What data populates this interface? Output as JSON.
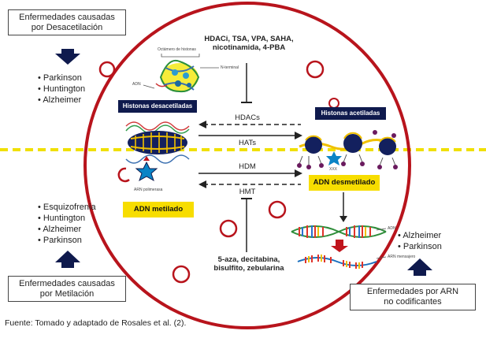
{
  "top_left_box": {
    "line1": "Enfermedades causadas",
    "line2": "por Desacetilación"
  },
  "top_left_list": [
    "Parkinson",
    "Huntington",
    "Alzheimer"
  ],
  "bottom_left_list": [
    "Esquizofrenia",
    "Huntington",
    "Alzheimer",
    "Parkinson"
  ],
  "bottom_left_box": {
    "line1": "Enfermedades causadas",
    "line2": "por Metilación"
  },
  "right_list": [
    "Alzheimer",
    "Parkinson"
  ],
  "bottom_right_box": {
    "line1": "Enfermedades por ARN",
    "line2": "no codificantes"
  },
  "inhibitors_top": {
    "line1": "HDACi, TSA, VPA, SAHA,",
    "line2": "nicotinamida, 4-PBA"
  },
  "inhibitors_bottom": {
    "line1": "5-aza, decitabina,",
    "line2": "bisulfito, zebularina"
  },
  "arrows": {
    "hdacs": "HDACs",
    "hats": "HATs",
    "hdm": "HDM",
    "hmt": "HMT"
  },
  "labels": {
    "histonas_desacetiladas": "Histonas desacetiladas",
    "histonas_acetiladas": "Histonas acetiladas",
    "adn_metilado": "ADN metilado",
    "adn_desmetilado": "ADN desmetilado"
  },
  "small_labels": {
    "octamero": "Octámero de histonas",
    "n_terminal": "N-terminal",
    "adn_top": "ADN",
    "arn_polimerasa": "ARN polimerasa",
    "xxx": "XXX",
    "adn_right": "ADN",
    "arn_mensajero": "ARN mensajero"
  },
  "source": "Fuente: Tomado y adaptado de Rosales et al. (2).",
  "colors": {
    "circle": "#b8141c",
    "navy": "#0f1a4d",
    "yellow": "#f7dd00",
    "dashed": "#f0e000"
  }
}
